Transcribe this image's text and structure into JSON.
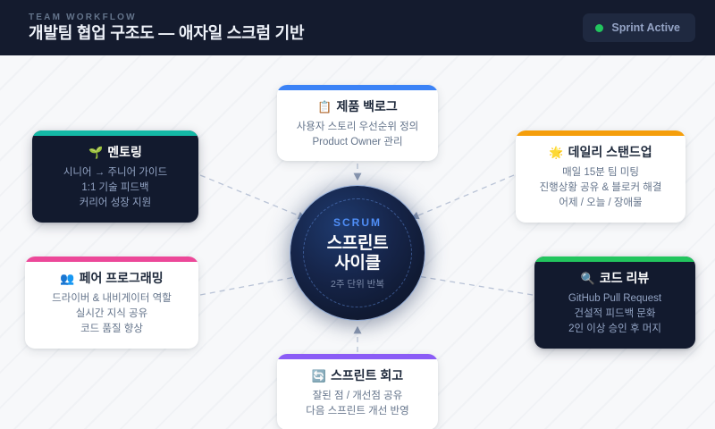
{
  "header": {
    "eyebrow": "TEAM WORKFLOW",
    "title": "개발팀 협업 구조도 — 애자일 스크럼 기반",
    "badge": {
      "label": "Sprint Active",
      "dot_color": "#22c55e",
      "icon": "status-dot-icon"
    },
    "background": "#141b2e"
  },
  "hub": {
    "kicker": "SCRUM",
    "title_line1": "스프린트",
    "title_line2": "사이클",
    "subtitle": "2주 단위 반복",
    "accent": "#4f8ef7"
  },
  "cards": [
    {
      "id": "backlog",
      "icon": "clipboard-icon",
      "emoji": "📋",
      "title": "제품 백로그",
      "lines": [
        "사용자 스토리 우선순위 정의",
        "Product Owner 관리"
      ],
      "accent": "#3b82f6",
      "theme": "light",
      "position": "top"
    },
    {
      "id": "mentoring",
      "icon": "seedling-icon",
      "emoji": "🌱",
      "title": "멘토링",
      "lines": [
        "시니어 → 주니어 가이드",
        "1:1 기술 피드백",
        "커리어 성장 지원"
      ],
      "accent": "#14b8a6",
      "theme": "dark",
      "position": "top-left"
    },
    {
      "id": "standup",
      "icon": "sun-icon",
      "emoji": "🌟",
      "title": "데일리 스탠드업",
      "lines": [
        "매일 15분 팀 미팅",
        "진행상황 공유 & 블로커 해결",
        "어제 / 오늘 / 장애물"
      ],
      "accent": "#f59e0b",
      "theme": "light",
      "position": "top-right"
    },
    {
      "id": "pair",
      "icon": "people-icon",
      "emoji": "👥",
      "title": "페어 프로그래밍",
      "lines": [
        "드라이버 & 내비게이터 역할",
        "실시간 지식 공유",
        "코드 품질 향상"
      ],
      "accent": "#ec4899",
      "theme": "light",
      "position": "bottom-left"
    },
    {
      "id": "review",
      "icon": "magnifier-icon",
      "emoji": "🔍",
      "title": "코드 리뷰",
      "lines": [
        "GitHub Pull Request",
        "건설적 피드백 문화",
        "2인 이상 승인 후 머지"
      ],
      "accent": "#22c55e",
      "theme": "dark",
      "position": "bottom-right"
    },
    {
      "id": "retro",
      "icon": "repeat-icon",
      "emoji": "🔄",
      "title": "스프린트 회고",
      "lines": [
        "잘된 점 / 개선점 공유",
        "다음 스프린트 개선 반영"
      ],
      "accent": "#8b5cf6",
      "theme": "light",
      "position": "bottom"
    }
  ],
  "canvas": {
    "background": "#f7f8fa",
    "connector_color": "#b9c3d6",
    "arrow_color": "#8e9bb3"
  }
}
